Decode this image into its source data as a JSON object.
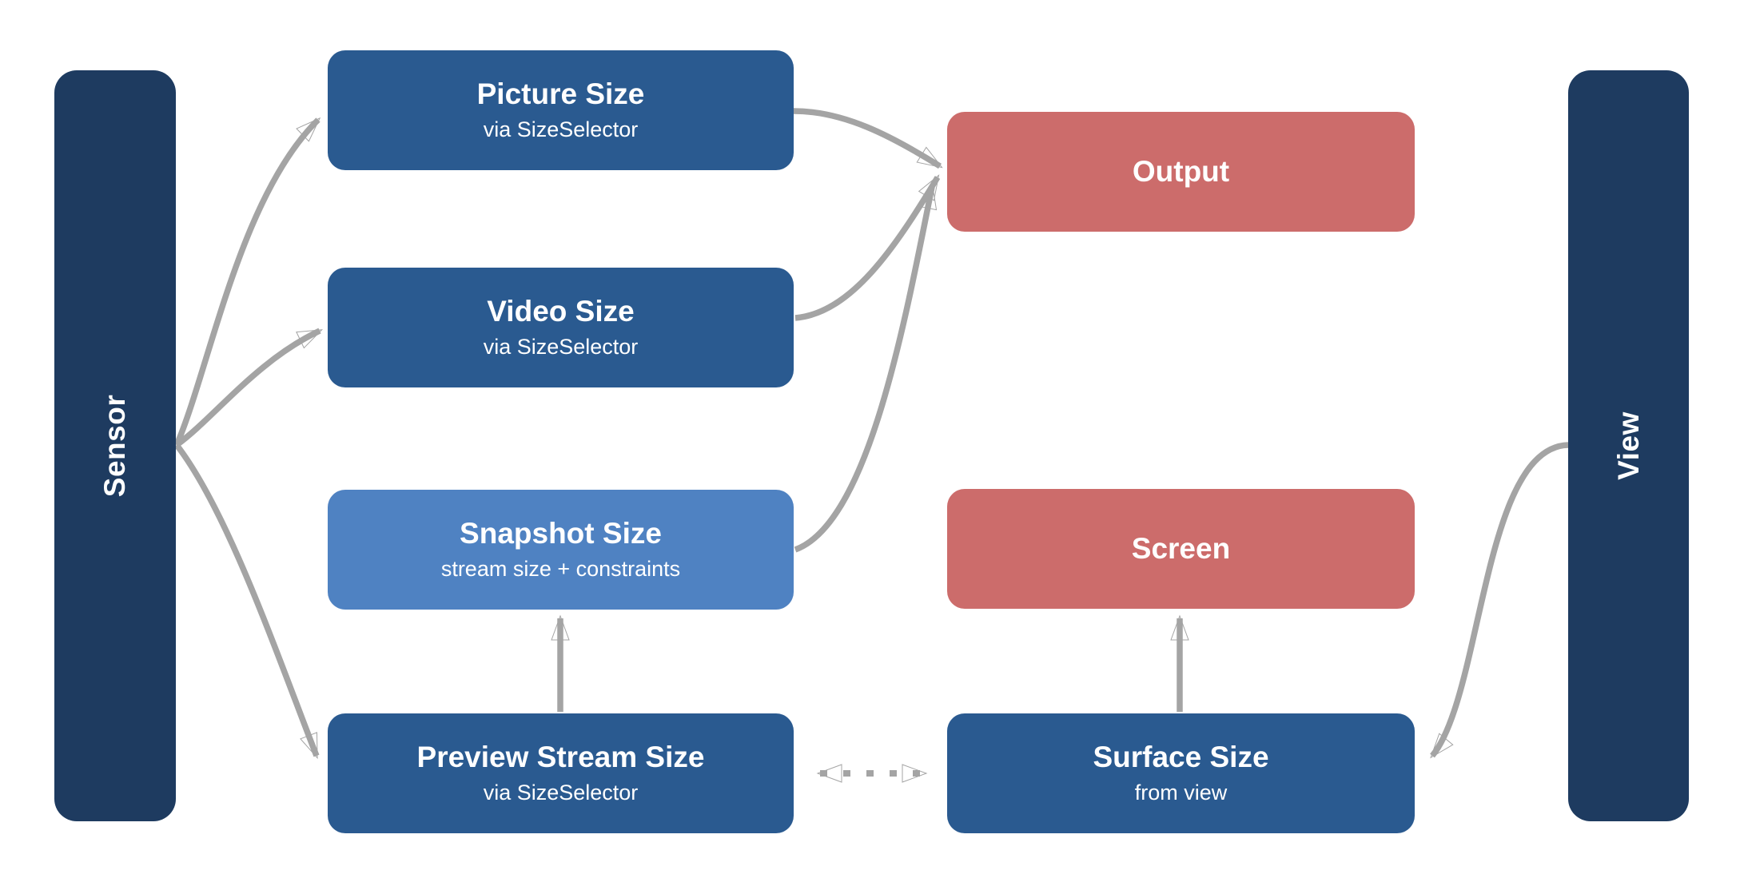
{
  "diagram": {
    "title_hint": "Camera size selection flow",
    "colors": {
      "background": "#ffffff",
      "side_bar": "#1e3b60",
      "node_blue": "#2a5a90",
      "node_light_blue": "#4f82c2",
      "node_red": "#cc6c6b",
      "arrow_gray": "#a4a4a4",
      "text": "#ffffff"
    },
    "bars": {
      "sensor": {
        "label": "Sensor"
      },
      "view": {
        "label": "View"
      }
    },
    "nodes": {
      "picture": {
        "title": "Picture Size",
        "subtitle": "via SizeSelector",
        "variant": "blue"
      },
      "video": {
        "title": "Video Size",
        "subtitle": "via SizeSelector",
        "variant": "blue"
      },
      "snapshot": {
        "title": "Snapshot Size",
        "subtitle": "stream size + constraints",
        "variant": "light-blue"
      },
      "preview": {
        "title": "Preview Stream Size",
        "subtitle": "via SizeSelector",
        "variant": "blue"
      },
      "output": {
        "title": "Output",
        "variant": "red"
      },
      "screen": {
        "title": "Screen",
        "variant": "red"
      },
      "surface": {
        "title": "Surface Size",
        "subtitle": "from view",
        "variant": "blue"
      }
    },
    "edges": [
      {
        "from": "Sensor",
        "to": "Picture Size",
        "style": "solid",
        "direction": "one-way"
      },
      {
        "from": "Sensor",
        "to": "Video Size",
        "style": "solid",
        "direction": "one-way"
      },
      {
        "from": "Sensor",
        "to": "Preview Stream Size",
        "style": "solid",
        "direction": "one-way"
      },
      {
        "from": "Picture Size",
        "to": "Output",
        "style": "solid",
        "direction": "one-way"
      },
      {
        "from": "Video Size",
        "to": "Output",
        "style": "solid",
        "direction": "one-way"
      },
      {
        "from": "Snapshot Size",
        "to": "Output",
        "style": "solid",
        "direction": "one-way"
      },
      {
        "from": "Preview Stream Size",
        "to": "Snapshot Size",
        "style": "solid",
        "direction": "one-way"
      },
      {
        "from": "Surface Size",
        "to": "Screen",
        "style": "solid",
        "direction": "one-way"
      },
      {
        "from": "Preview Stream Size",
        "to": "Surface Size",
        "style": "dotted",
        "direction": "two-way"
      },
      {
        "from": "View",
        "to": "Surface Size",
        "style": "solid",
        "direction": "one-way"
      }
    ]
  }
}
